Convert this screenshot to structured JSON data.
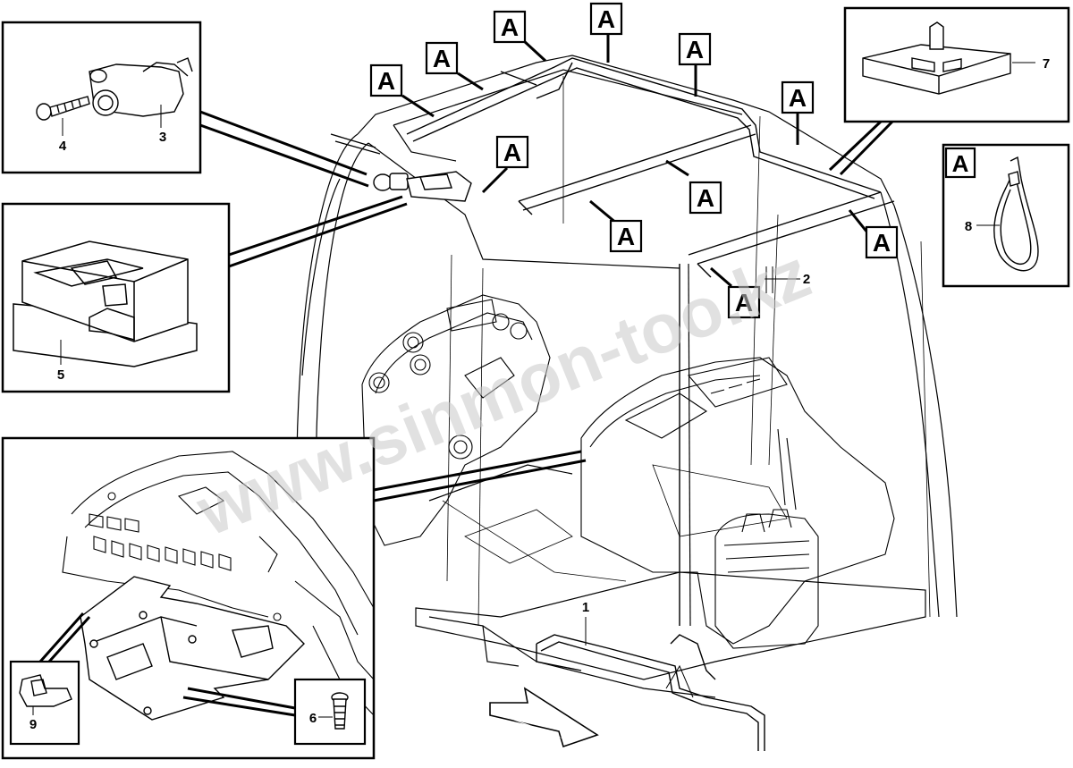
{
  "diagram": {
    "callout_letter": "A",
    "watermark": "www.sinmon-too.kz",
    "part_numbers": {
      "p1": "1",
      "p2": "2",
      "p3": "3",
      "p4": "4",
      "p5": "5",
      "p6": "6",
      "p7": "7",
      "p8": "8",
      "p9": "9"
    },
    "colors": {
      "line": "#000000",
      "light_line": "#555555",
      "background": "#ffffff",
      "watermark": "#c9c9c9"
    }
  }
}
